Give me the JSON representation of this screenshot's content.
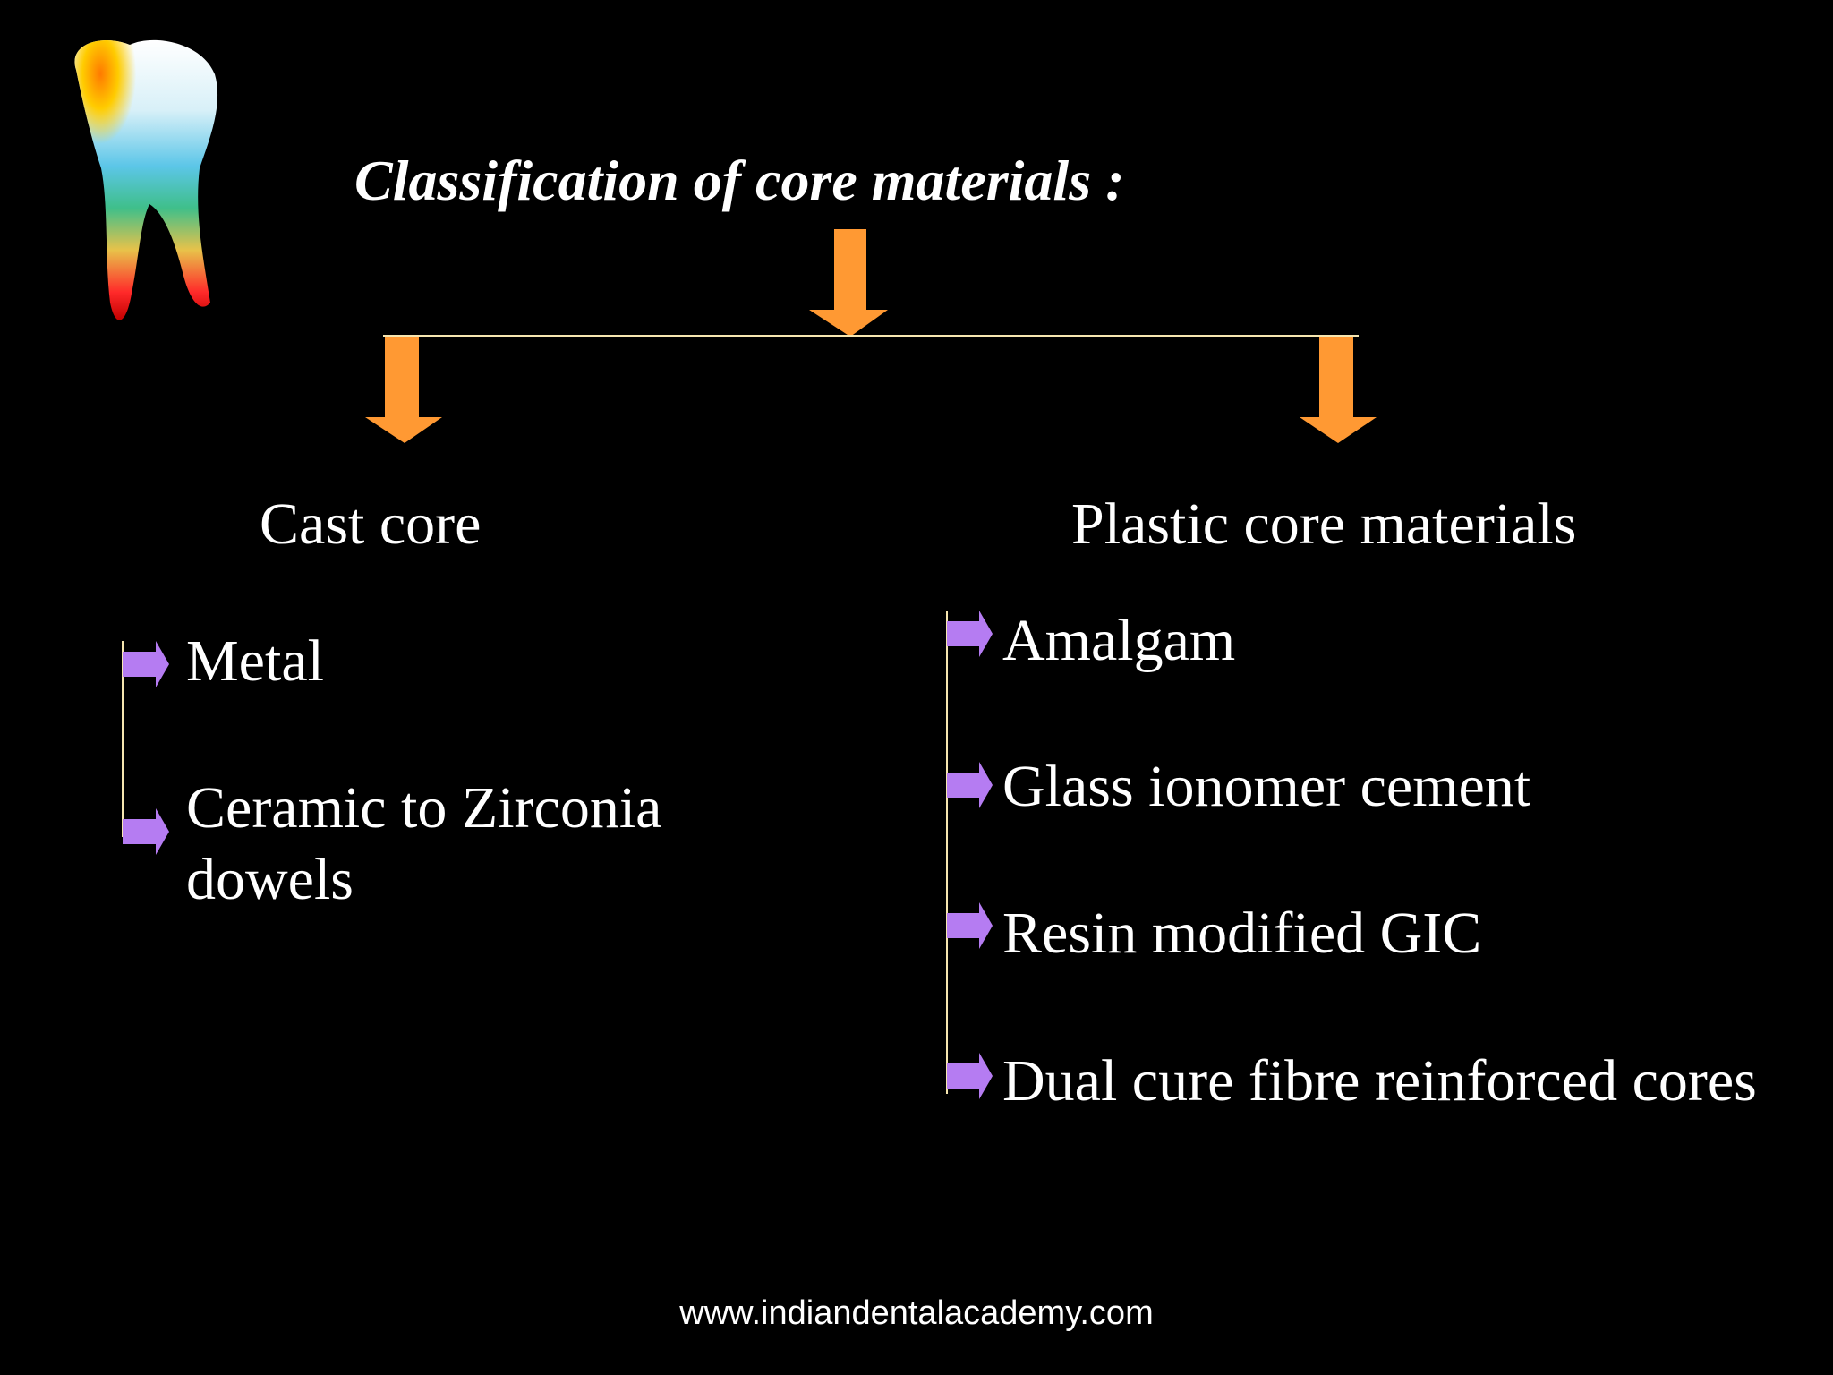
{
  "slide": {
    "title": "Classification of core materials :",
    "left_branch": {
      "heading": "Cast core",
      "items": [
        {
          "line1": "Metal",
          "line2": ""
        },
        {
          "line1": "Ceramic to Zirconia",
          "line2": "dowels"
        }
      ]
    },
    "right_branch": {
      "heading": "Plastic core materials",
      "items": [
        {
          "line1": "Amalgam"
        },
        {
          "line1": "Glass ionomer cement"
        },
        {
          "line1": "Resin modified GIC"
        },
        {
          "line1": "Dual cure fibre reinforced cores"
        }
      ]
    },
    "footer": "www.indiandentalacademy.com"
  },
  "colors": {
    "background": "#000000",
    "text": "#ffffff",
    "arrow_orange": "#ff9933",
    "bullet_purple": "#b57cf2",
    "connector_line": "#f6e6b0"
  },
  "icons": {
    "logo": "tooth-icon",
    "down_arrow": "down-arrow-icon",
    "bullet": "right-arrow-bullet-icon"
  }
}
